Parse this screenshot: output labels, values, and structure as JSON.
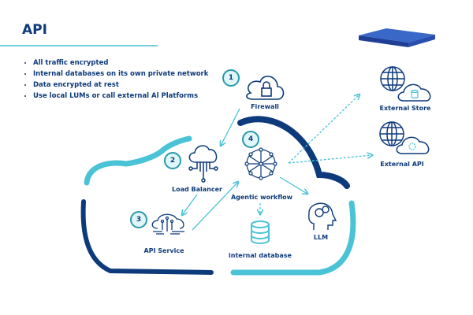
{
  "title": "API",
  "bullets": [
    "All traffic encrypted",
    "Internal databases on its own private network",
    "Data encrypted at rest",
    "Use local LUMs or call external Al Platforms"
  ],
  "nodes": {
    "firewall": {
      "label": "Firewall",
      "step": "1"
    },
    "load_balancer": {
      "label": "Load Balancer",
      "step": "2"
    },
    "api_service": {
      "label": "API Service",
      "step": "3"
    },
    "agentic_workflow": {
      "label": "Agentic workflow",
      "step": "4"
    },
    "internal_database": {
      "label": "internal database"
    },
    "llm": {
      "label": "LLM"
    },
    "external_store": {
      "label": "External Store"
    },
    "external_api": {
      "label": "External API"
    }
  },
  "colors": {
    "navy": "#0d3a7a",
    "cyan": "#4bc3d6"
  }
}
